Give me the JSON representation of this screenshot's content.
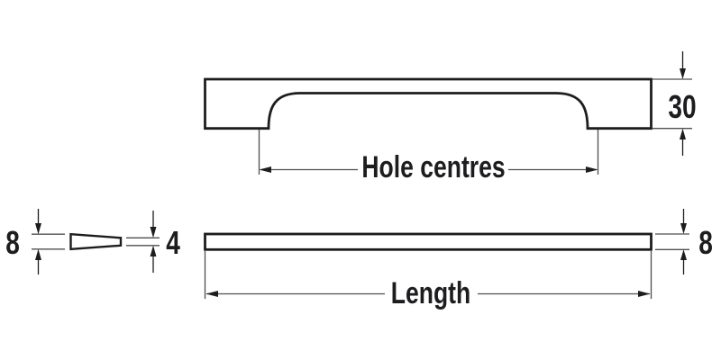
{
  "drawing": {
    "background_color": "#ffffff",
    "outline_color": "#1d1d1f",
    "dim_line_color": "#4f4f4f",
    "text_color": "#1d1d1f",
    "front_view": {
      "hole_centres_label": "Hole centres",
      "height_mm": "30"
    },
    "side_view": {
      "rear_depth_mm": "8",
      "front_depth_mm": "4"
    },
    "plan_view": {
      "length_label": "Length",
      "depth_mm": "8"
    }
  }
}
